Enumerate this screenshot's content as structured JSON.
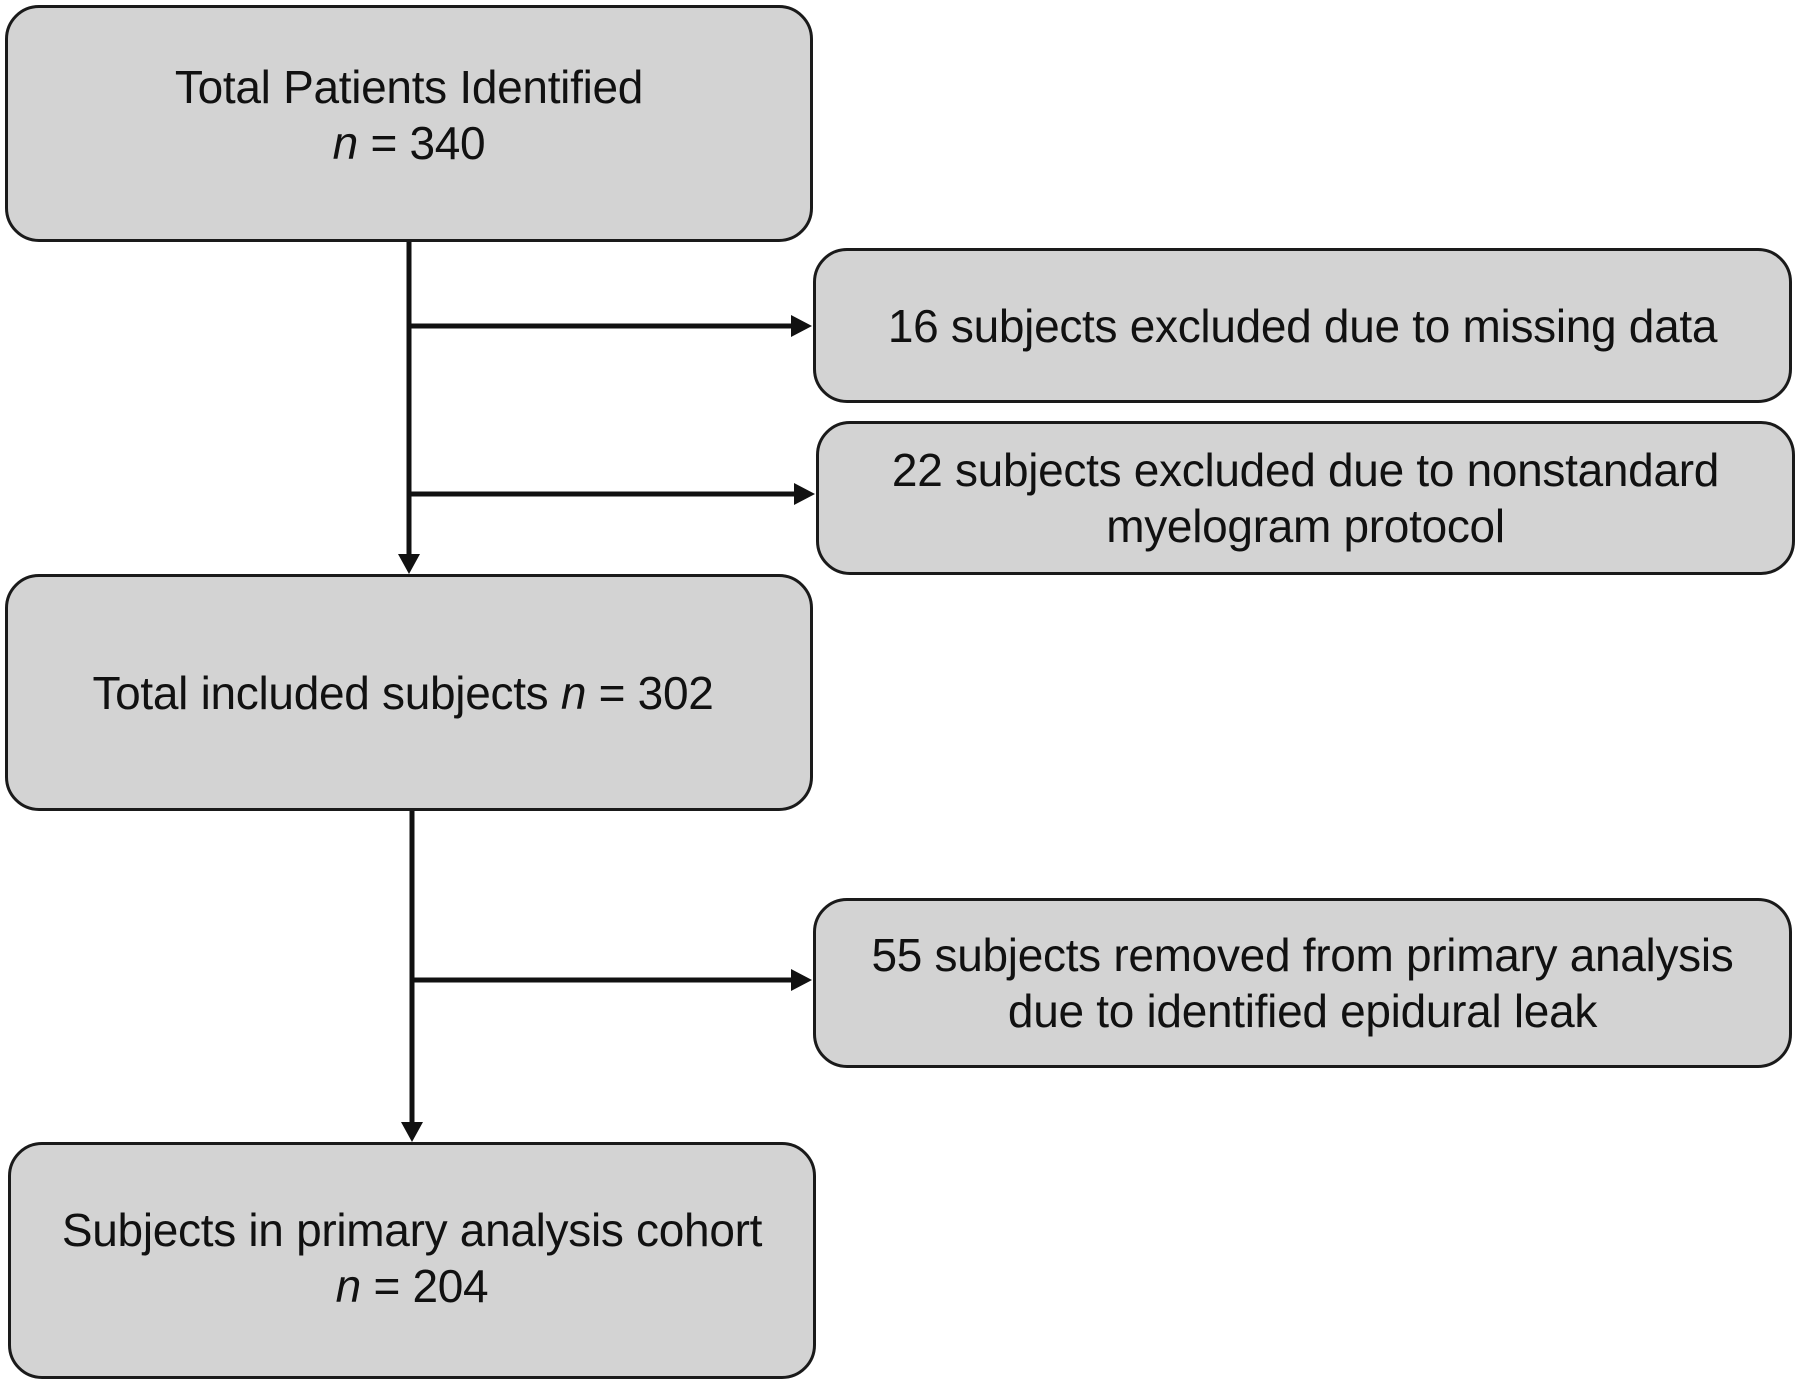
{
  "flowchart": {
    "total": {
      "title": "Total Patients Identified",
      "n_label": "n",
      "n_value": "= 340"
    },
    "excluded_missing": {
      "text": "16 subjects excluded due to missing data"
    },
    "excluded_protocol": {
      "line1": "22 subjects excluded due to nonstandard",
      "line2": "myelogram protocol"
    },
    "included": {
      "title": "Total included subjects",
      "n_label": "n",
      "n_value": "= 302"
    },
    "removed_leak": {
      "line1": "55 subjects removed from primary analysis",
      "line2": "due to identified epidural leak"
    },
    "cohort": {
      "title": "Subjects in primary analysis cohort",
      "n_label": "n",
      "n_value": "= 204"
    }
  },
  "colors": {
    "box_fill": "#d3d3d3",
    "box_border": "#1a1a1a",
    "connector": "#111111",
    "background": "#ffffff"
  }
}
